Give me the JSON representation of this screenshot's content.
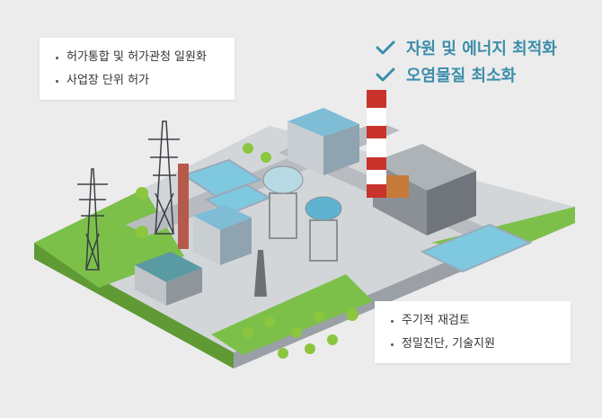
{
  "colors": {
    "accent": "#3c8eaa",
    "grass": "#7cc04a",
    "road": "#c9ccd0",
    "water": "#7fc9e0",
    "chimney_red": "#c8342c"
  },
  "info_top_left": {
    "items": [
      "허가통합 및 허가관청 일원화",
      "사업장 단위 허가"
    ]
  },
  "goals": {
    "icon": "check-icon",
    "items": [
      "자원 및 에너지 최적화",
      "오염물질 최소화"
    ]
  },
  "info_bottom_right": {
    "items": [
      "주기적 재검토",
      "정밀진단, 기술지원"
    ]
  }
}
